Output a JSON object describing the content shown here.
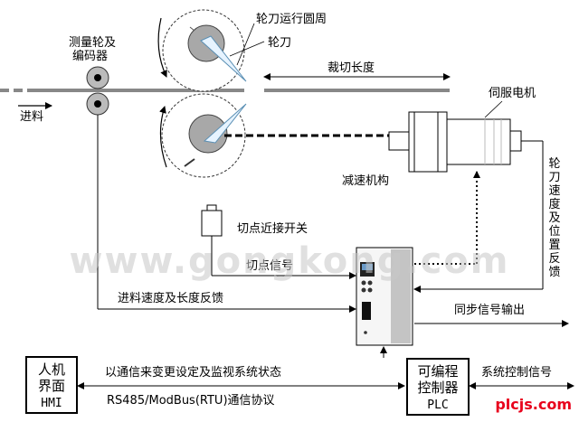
{
  "labels": {
    "knife_orbit": "轮刀运行圆周",
    "knife": "轮刀",
    "measuring_wheel_line1": "测量轮及",
    "measuring_wheel_line2": "编码器",
    "cut_length": "裁切长度",
    "feed": "进料",
    "servo_motor": "伺服电机",
    "reducer": "减速机构",
    "knife_feedback": "轮刀速度及位置反馈",
    "proximity_switch": "切点近接开关",
    "cut_signal": "切点信号",
    "feed_feedback": "进料速度及长度反馈",
    "sync_output": "同步信号输出",
    "hmi_line1": "人机",
    "hmi_line2": "界面",
    "hmi_line3": "HMI",
    "comm_desc": "以通信来变更设定及监视系统状态",
    "protocol": "RS485/ModBus(RTU)通信协议",
    "plc_line1": "可编程",
    "plc_line2": "控制器",
    "plc_line3": "PLC",
    "system_signal": "系统控制信号"
  },
  "watermark": "www.gongkong.com",
  "site": "plcjs.com",
  "colors": {
    "site": "#e8001c",
    "gray": "#9a9a9a",
    "light": "#dcdcdc",
    "watermark": "#c8c8c8"
  }
}
